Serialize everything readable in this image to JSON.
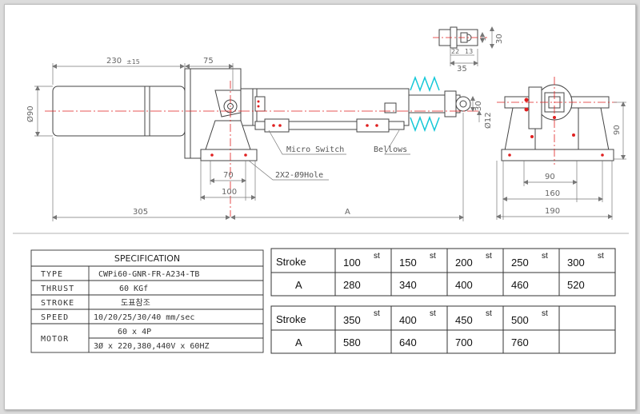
{
  "dimensions": {
    "top_length": "230",
    "top_tolerance": "±15",
    "top_75": "75",
    "dia_90": "Ø90",
    "bot_70": "70",
    "bot_100": "100",
    "bot_305": "305",
    "bot_A": "A",
    "rod_30": "30",
    "rod_dia12": "Ø12",
    "clevis_5": "5",
    "clevis_30": "30",
    "clevis_22": "22",
    "clevis_13": "13",
    "clevis_35": "35",
    "side_90_h": "90",
    "side_90_w": "90",
    "side_160": "160",
    "side_190": "190"
  },
  "callouts": {
    "micro_switch": "Micro Switch",
    "bellows": "Bellows",
    "hole": "2X2-Ø9Hole"
  },
  "specification": {
    "title": "SPECIFICATION",
    "rows": [
      {
        "label": "TYPE",
        "value": "CWPi60-GNR-FR-A234-TB"
      },
      {
        "label": "THRUST",
        "value": "60 KGf"
      },
      {
        "label": "STROKE",
        "value": "도표참조"
      },
      {
        "label": "SPEED",
        "value": "10/20/25/30/40 mm/sec"
      }
    ],
    "motor_label": "MOTOR",
    "motor_values": [
      "60 x 4P",
      "3Ø x 220,380,440V x 60HZ"
    ]
  },
  "stroke_table_1": {
    "row1_label": "Stroke",
    "row2_label": "A",
    "suffix": "st",
    "strokes": [
      "100",
      "150",
      "200",
      "250",
      "300"
    ],
    "a_values": [
      "280",
      "340",
      "400",
      "460",
      "520"
    ]
  },
  "stroke_table_2": {
    "row1_label": "Stroke",
    "row2_label": "A",
    "suffix": "st",
    "strokes": [
      "350",
      "400",
      "450",
      "500",
      ""
    ],
    "a_values": [
      "580",
      "640",
      "700",
      "760",
      ""
    ]
  },
  "colors": {
    "outline": "#444444",
    "centerline": "#e02020",
    "bellows": "#14c8d8",
    "dimension": "#777777"
  }
}
